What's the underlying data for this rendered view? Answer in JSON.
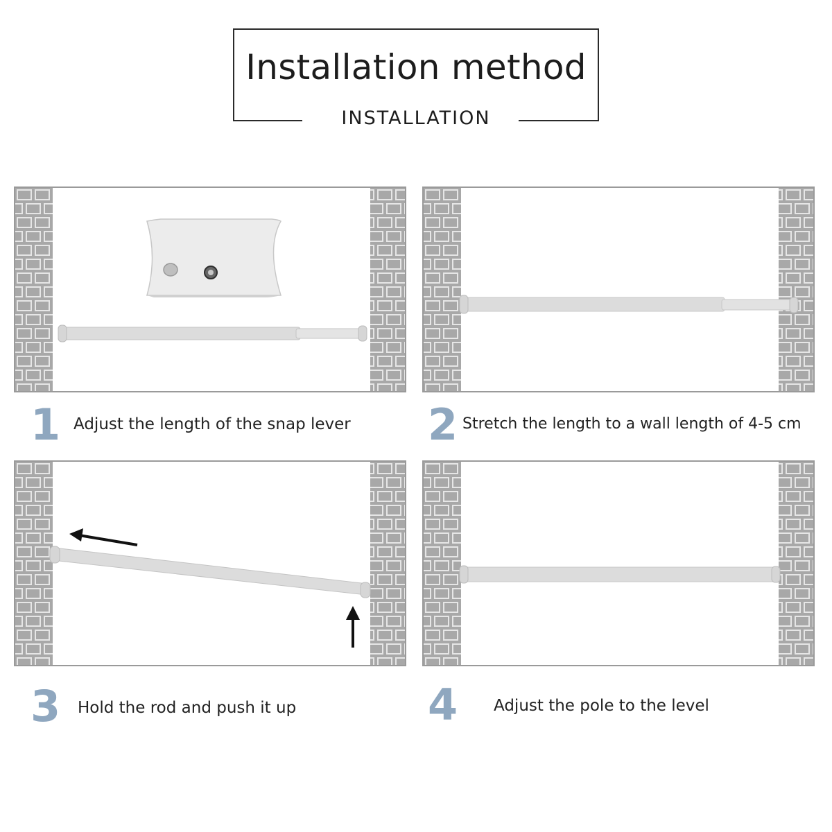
{
  "header": {
    "title": "Installation method",
    "subtitle": "INSTALLATION"
  },
  "steps": [
    {
      "number": "1",
      "text": "Adjust the length of the snap lever"
    },
    {
      "number": "2",
      "text": "Stretch the length to a wall length of 4-5 cm"
    },
    {
      "number": "3",
      "text": "Hold the rod and push it up"
    },
    {
      "number": "4",
      "text": "Adjust the pole to the level"
    }
  ],
  "colors": {
    "step_number": "#8fa7bf",
    "brick_fill": "#a8a8a8",
    "mortar": "#e2e2e2",
    "rod": "#dcdcdc",
    "frame_border": "#9a9a9a"
  }
}
